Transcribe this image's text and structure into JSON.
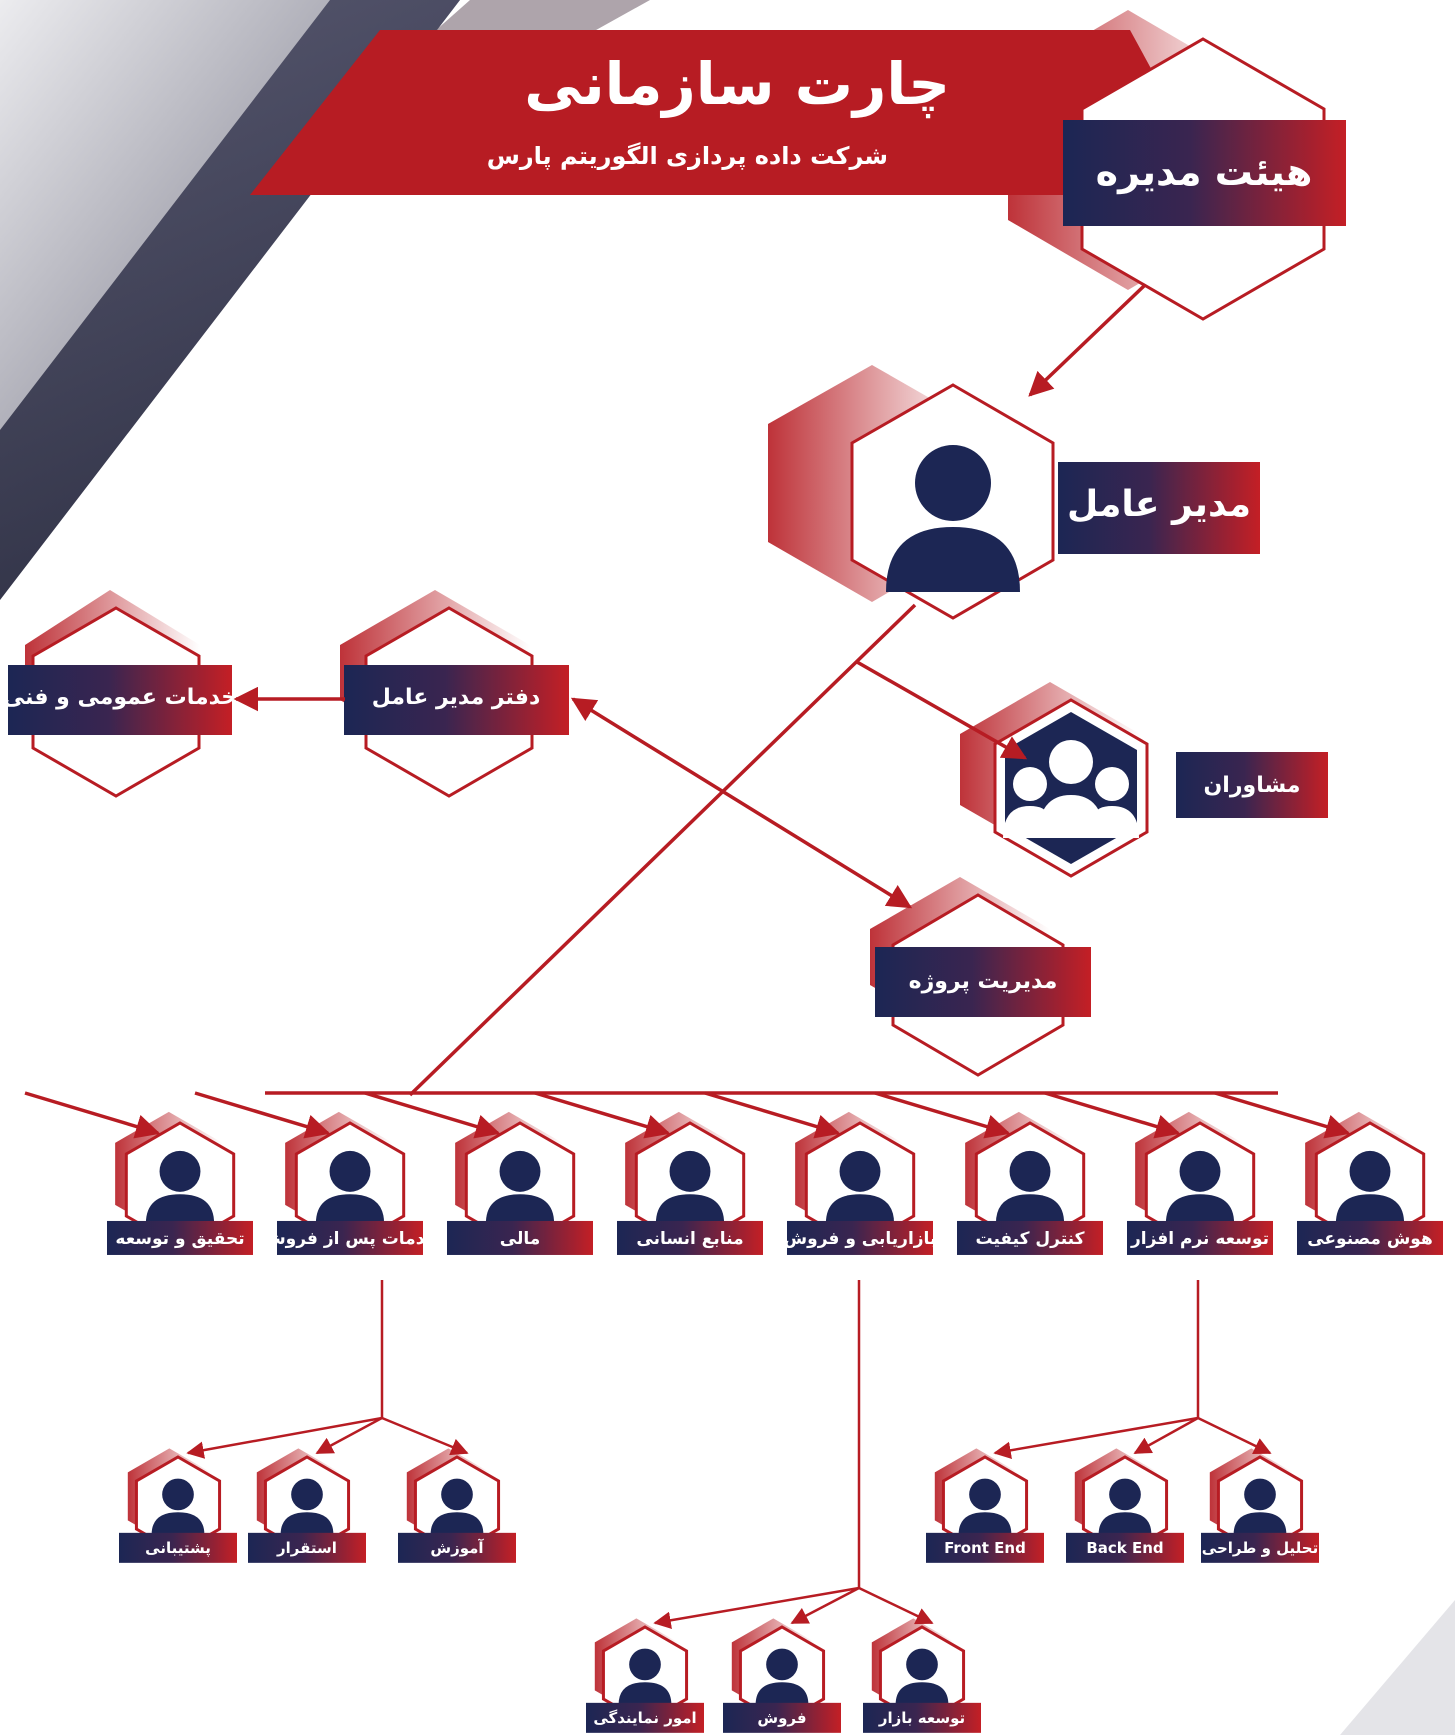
{
  "header": {
    "title": "چارت سازمانی",
    "subtitle": "شرکت داده پردازی الگوریتم پارس"
  },
  "colors": {
    "red": "#b71c23",
    "navy": "#1c2654",
    "white": "#ffffff"
  },
  "nodes": {
    "board": "هیئت مدیره",
    "ceo": "مدیر عامل",
    "ceo_office": "دفتر مدیر عامل",
    "general_services": "خدمات عمومی و فنی",
    "advisors": "مشاوران",
    "project_management": "مدیریت پروژه"
  },
  "departments": [
    "هوش مصنوعی",
    "توسعه نرم افزار",
    "کنترل کیفیت",
    "بازاریابی و فروش",
    "منابع انسانی",
    "مالی",
    "خدمات پس از فروش",
    "تحقیق و توسعه"
  ],
  "software_subunits": [
    "تحلیل و طراحی",
    "Back End",
    "Front End"
  ],
  "aftersales_subunits": [
    "آموزش",
    "استقرار",
    "پشتیبانی"
  ],
  "marketing_subunits": [
    "توسعه بازار",
    "فروش",
    "امور نمایندگی"
  ]
}
